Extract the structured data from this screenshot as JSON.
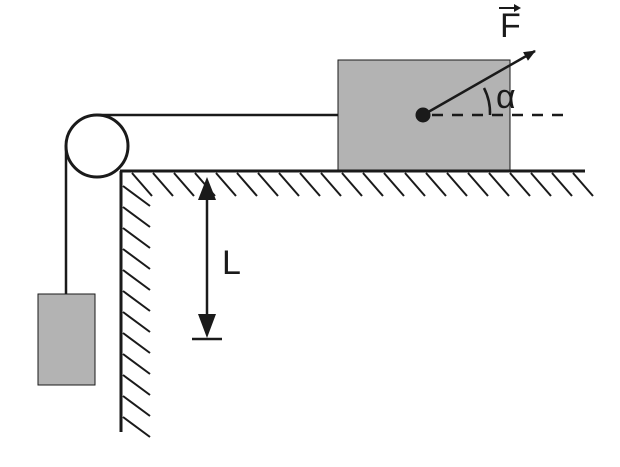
{
  "labels": {
    "force": "F",
    "angle": "α",
    "length": "L"
  },
  "colors": {
    "ink": "#1a1a1a",
    "block_fill": "#b3b3b3",
    "background": "#ffffff"
  }
}
